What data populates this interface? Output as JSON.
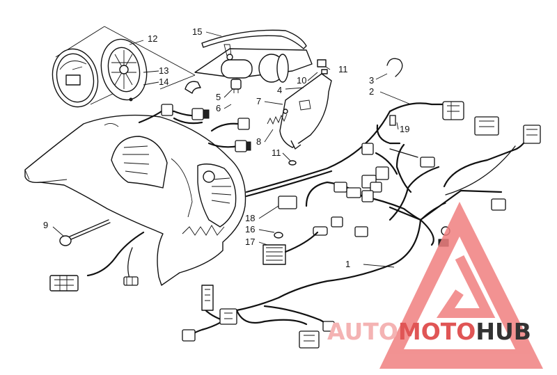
{
  "diagram": {
    "callouts": [
      "1",
      "2",
      "3",
      "4",
      "5",
      "6",
      "7",
      "8",
      "9",
      "10",
      "11",
      "11",
      "12",
      "13",
      "14",
      "15",
      "16",
      "17",
      "18",
      "19"
    ]
  },
  "watermark": {
    "text_a": "AUTO",
    "text_b": "MOTO",
    "text_c": "HUB",
    "colors": {
      "triangle": "#f08080",
      "auto": "#f4b3b3",
      "moto": "#e05555",
      "hub": "#333333"
    }
  }
}
